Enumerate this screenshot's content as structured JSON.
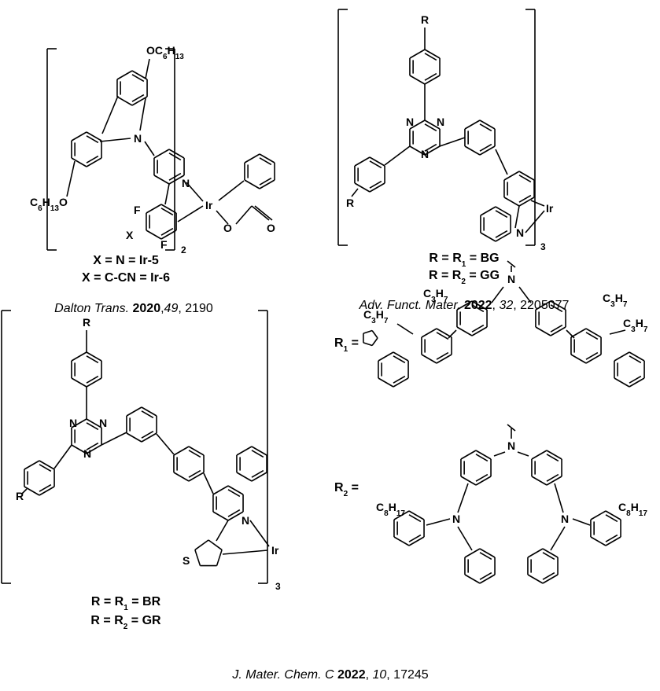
{
  "structure_ir5_ir6": {
    "atoms": {
      "o_hexyl_top": "OC6H13",
      "o_hexyl_bottom": "C6H13O",
      "n_carbazole": "N",
      "n_pyridine": "N",
      "ir": "Ir",
      "f1": "F",
      "x": "X",
      "f2": "F",
      "o1": "O",
      "o2": "O"
    },
    "multiplier": "2",
    "legend": [
      "X = N = Ir-5",
      "X = C-CN = Ir-6"
    ],
    "citation": {
      "journal": "Dalton Trans.",
      "year": "2020",
      "volume": "49",
      "pages": ", 2190",
      "sep": ","
    }
  },
  "structure_bg_gg": {
    "atoms": {
      "r_top": "R",
      "r_left": "R",
      "n1": "N",
      "n2": "N",
      "n3": "N",
      "n_py": "N",
      "ir": "Ir"
    },
    "multiplier": "3",
    "legend": [
      "R = R1 = BG",
      "R = R2 = GG"
    ],
    "citation": {
      "journal": "Adv. Funct. Mater.",
      "year": "2022",
      "volume": "32",
      "pages": ", 2205077"
    }
  },
  "structure_br_gr": {
    "atoms": {
      "r_top": "R",
      "r_left": "R",
      "n1": "N",
      "n2": "N",
      "n3": "N",
      "n_q": "N",
      "ir": "Ir",
      "s": "S"
    },
    "multiplier": "3",
    "legend": [
      "R = R1 = BR",
      "R = R2 = GR"
    ],
    "citation": {
      "journal": "J. Mater. Chem. C",
      "year": "2022",
      "volume": "10",
      "pages": ", 17245"
    }
  },
  "substituents": {
    "r1": {
      "label": "R1 =",
      "n": "N",
      "propyl": [
        "C3H7",
        "C3H7",
        "C3H7",
        "C3H7"
      ]
    },
    "r2": {
      "label": "R2 =",
      "n_carbazole": "N",
      "n_amines": [
        "N",
        "N"
      ],
      "octyl": [
        "C8H17",
        "C8H17"
      ]
    }
  }
}
